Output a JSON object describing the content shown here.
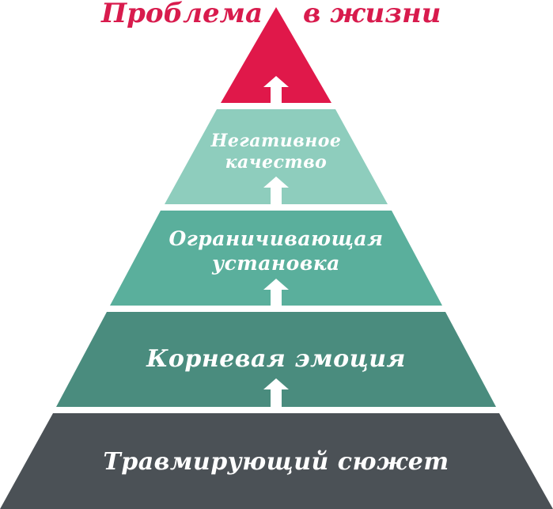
{
  "title": {
    "left": "Проблема",
    "right": "в жизни"
  },
  "tiers": [
    {
      "lines": [],
      "color": "#e0184a"
    },
    {
      "lines": [
        "Негативное",
        "качество"
      ],
      "color": "#8ecdbd"
    },
    {
      "lines": [
        "Ограничивающая",
        "установка"
      ],
      "color": "#5aaf9c"
    },
    {
      "lines": [
        "Корневая эмоция"
      ],
      "color": "#4a8c7e"
    },
    {
      "lines": [
        "Травмирующий сюжет"
      ],
      "color": "#4b5156"
    }
  ],
  "arrow_color": "#ffffff"
}
